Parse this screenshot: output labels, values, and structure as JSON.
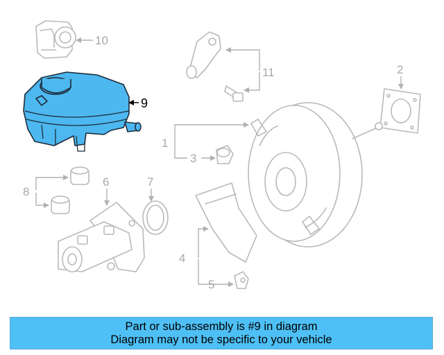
{
  "diagram": {
    "callouts": {
      "c1": "1",
      "c2": "2",
      "c3": "3",
      "c4": "4",
      "c5": "5",
      "c6": "6",
      "c7": "7",
      "c8": "8",
      "c9": "9",
      "c10": "10",
      "c11": "11"
    },
    "highlighted_part": "9",
    "highlight_color": "#4db8f0",
    "ghost_color": "#b9b9b9"
  },
  "banner": {
    "line1": "Part or sub-assembly is #9 in diagram",
    "line2": "Diagram may not be specific to your vehicle",
    "background": "#4ec0f5"
  }
}
